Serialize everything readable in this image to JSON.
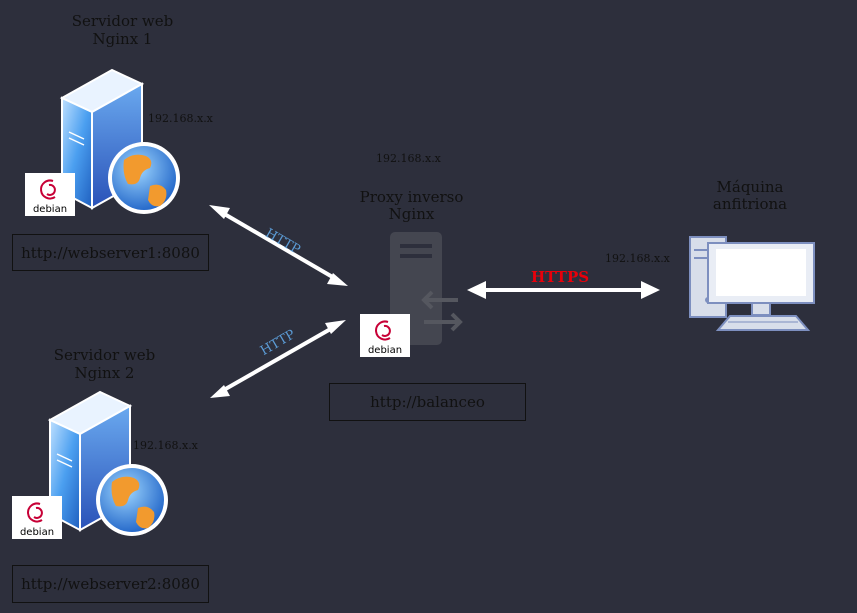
{
  "server1": {
    "title_line1": "Servidor web",
    "title_line2": "Nginx 1",
    "ip": "192.168.x.x",
    "url": "http://webserver1:8080",
    "os": "debian"
  },
  "server2": {
    "title_line1": "Servidor web",
    "title_line2": "Nginx 2",
    "ip": "192.168.x.x",
    "url": "http://webserver2:8080",
    "os": "debian"
  },
  "proxy": {
    "title_line1": "Proxy inverso",
    "title_line2": "Nginx",
    "ip": "192.168.x.x",
    "url": "http://balanceo",
    "os": "debian"
  },
  "host": {
    "title_line1": "Máquina",
    "title_line2": "anfitriona",
    "ip": "192.168.x.x"
  },
  "links": {
    "http_top": "HTTP",
    "http_bottom": "HTTP",
    "https": "HTTPS"
  },
  "colors": {
    "background": "#2d2f3c",
    "http_label": "#5b9bd5",
    "https_label": "#e8000b",
    "arrow": "#ffffff"
  }
}
